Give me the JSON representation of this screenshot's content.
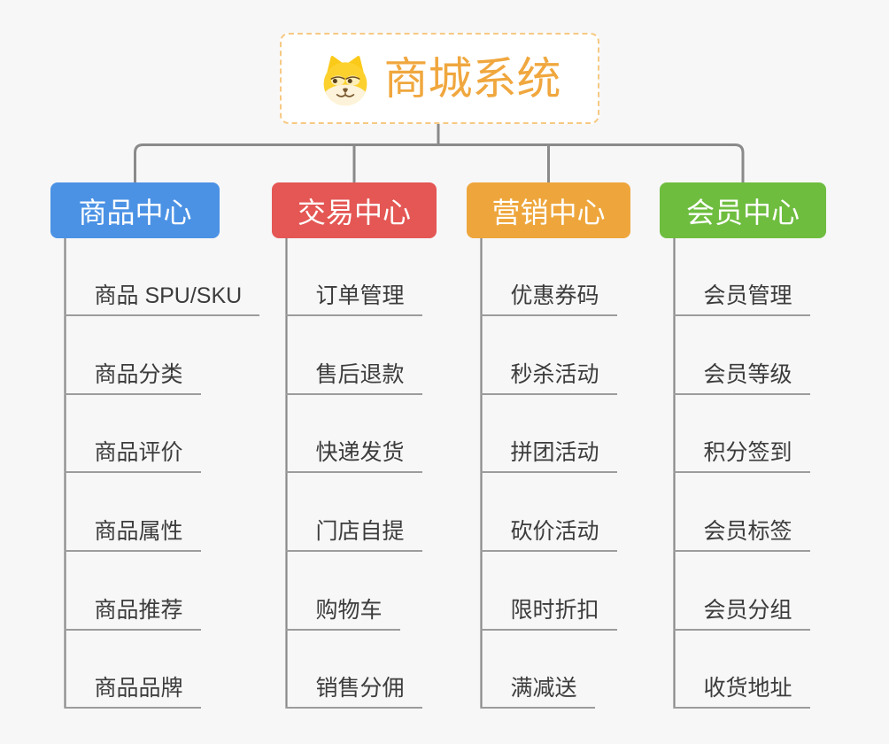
{
  "page": {
    "background": "#f7f7f8"
  },
  "root": {
    "title": "商城系统",
    "icon": "dog-face-icon",
    "text_color": "#f0a73e",
    "border_color": "#f6c983"
  },
  "colors": {
    "connector": "#8a8a8a",
    "leaf_underline": "#9c9c9c",
    "leaf_text": "#3c3c3c"
  },
  "branches": [
    {
      "label": "商品中心",
      "slug": "product-center",
      "color": "#4b92e5",
      "children": [
        "商品 SPU/SKU",
        "商品分类",
        "商品评价",
        "商品属性",
        "商品推荐",
        "商品品牌"
      ]
    },
    {
      "label": "交易中心",
      "slug": "trade-center",
      "color": "#e45754",
      "children": [
        "订单管理",
        "售后退款",
        "快递发货",
        "门店自提",
        "购物车",
        "销售分佣"
      ]
    },
    {
      "label": "营销中心",
      "slug": "marketing-center",
      "color": "#eea63c",
      "children": [
        "优惠券码",
        "秒杀活动",
        "拼团活动",
        "砍价活动",
        "限时折扣",
        "满减送"
      ]
    },
    {
      "label": "会员中心",
      "slug": "member-center",
      "color": "#6ebd3f",
      "children": [
        "会员管理",
        "会员等级",
        "积分签到",
        "会员标签",
        "会员分组",
        "收货地址"
      ]
    }
  ]
}
